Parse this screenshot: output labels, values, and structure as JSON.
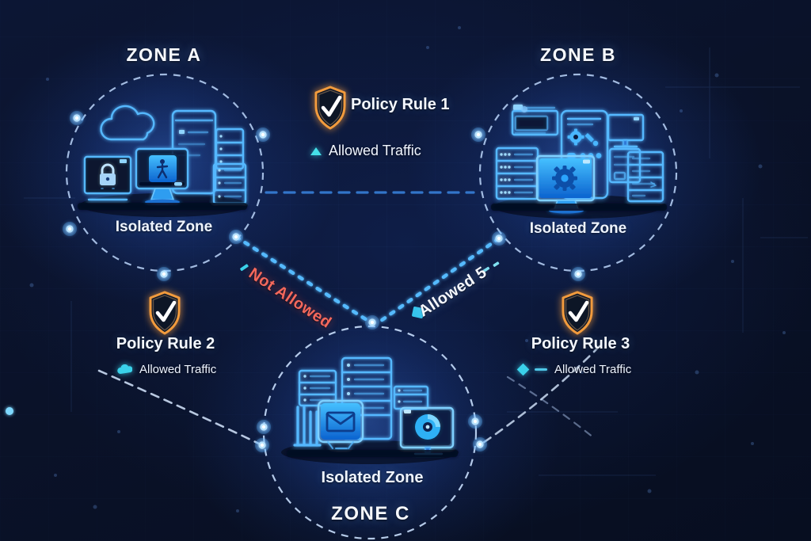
{
  "diagram": {
    "zone_a": {
      "title": "ZONE A",
      "subtitle": "Isolated Zone"
    },
    "zone_b": {
      "title": "ZONE B",
      "subtitle": "Isolated Zone"
    },
    "zone_c": {
      "title": "ZONE C",
      "subtitle": "Isolated Zone"
    },
    "policy_rule_1": {
      "label": "Policy Rule 1",
      "traffic_label": "Allowed Traffic"
    },
    "policy_rule_2": {
      "label": "Policy Rule 2",
      "traffic_label": "Allowed Traffic"
    },
    "policy_rule_3": {
      "label": "Policy Rule 3",
      "traffic_label": "Allowed Traffic"
    },
    "edge_labels": {
      "a_to_c": "Not Allowed",
      "b_to_c": "Allowed 5"
    },
    "icons": {
      "policy": "shield-check-icon",
      "traffic_1": "triangle-up-icon",
      "traffic_2": "cloud-icon",
      "traffic_3": "diamond-icon"
    },
    "colors": {
      "background": "#0a1229",
      "neon_blue": "#4ab4ff",
      "bright_screen": "#2aa4fe",
      "cyan_accent": "#3ad2ea",
      "shield_orange": "#f29b3c",
      "not_allowed_red": "#f4685c",
      "text_white": "#f2f6ff"
    }
  }
}
